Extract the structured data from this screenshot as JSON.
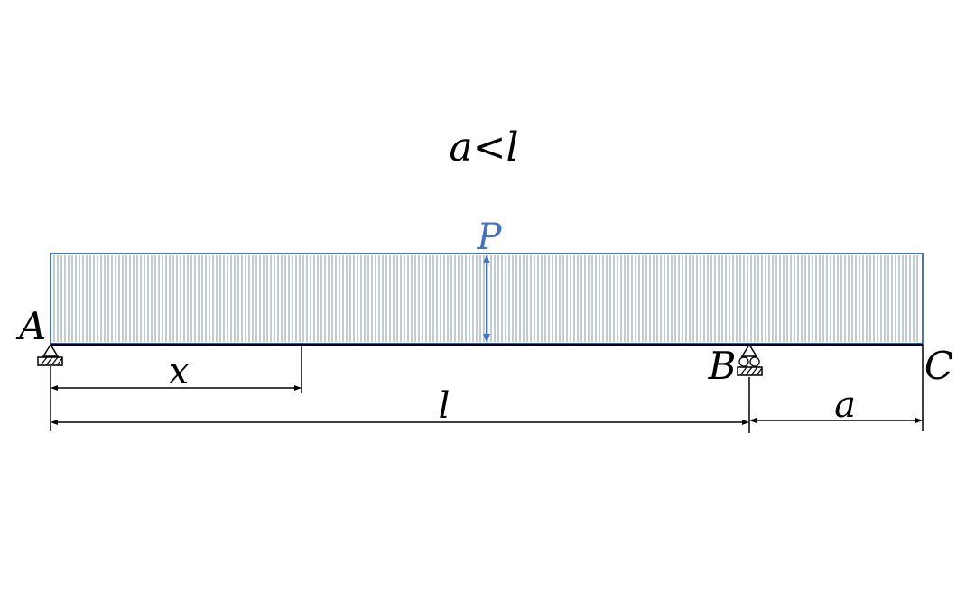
{
  "diagram": {
    "condition": "a<l",
    "load_label": "P",
    "points": {
      "a": "A",
      "b": "B",
      "c": "C"
    },
    "dimensions": {
      "x": "x",
      "l": "l",
      "a": "a"
    },
    "colors": {
      "load": "#4472C4",
      "hatch": "#5B7F99",
      "ink": "#000000"
    }
  }
}
